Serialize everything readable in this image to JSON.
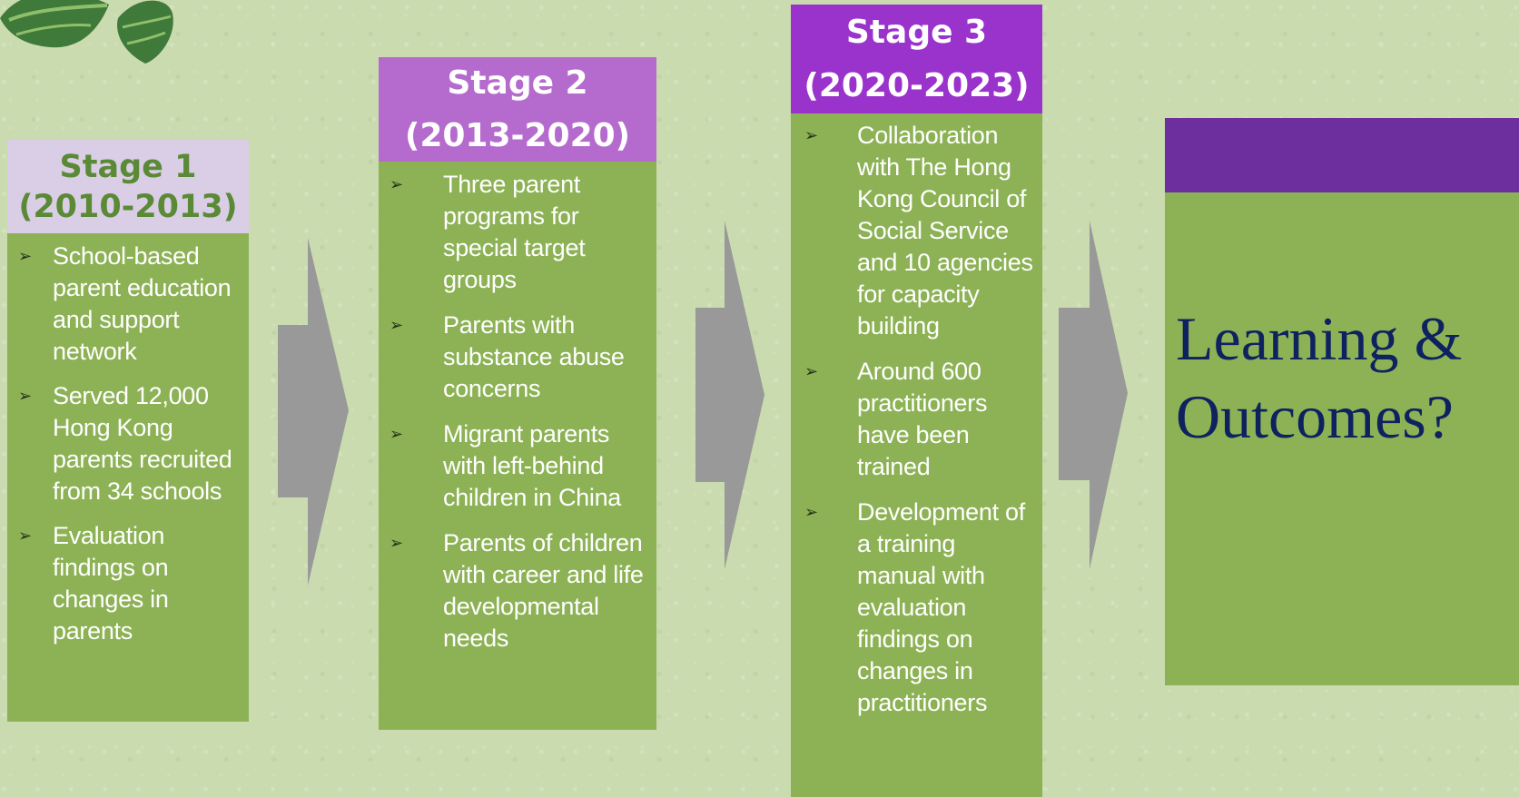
{
  "colors": {
    "background": "#c9dbaf",
    "box_green": "#8db255",
    "stage1_header": "#dacde6",
    "stage1_header_text": "#5b8a37",
    "stage2_header": "#b56bcd",
    "stage3_header": "#9a32cc",
    "outcome_bar": "#6e2f9e",
    "outcome_text": "#0f2260",
    "arrow_gray": "#999999"
  },
  "bullet_glyph": "➢",
  "stages": [
    {
      "title": "Stage 1",
      "years": "(2010-2013)",
      "bullets": [
        "School-based parent education and support network",
        "Served 12,000 Hong Kong parents recruited from 34 schools",
        "Evaluation findings on changes in parents"
      ]
    },
    {
      "title": "Stage 2",
      "years": "(2013-2020)",
      "bullets": [
        "Three parent programs for special target groups",
        "Parents with substance abuse concerns",
        "Migrant parents with left-behind children in China",
        "Parents of children with career and life developmental needs"
      ]
    },
    {
      "title": "Stage 3",
      "years": "(2020-2023)",
      "bullets": [
        "Collaboration with The Hong Kong Council of Social Service and 10 agencies for capacity building",
        "Around 600 practitioners have been trained",
        "Development of a training manual with evaluation findings on changes in practitioners"
      ]
    }
  ],
  "outcome": {
    "line1": "Learning &",
    "line2": "Outcomes?"
  }
}
